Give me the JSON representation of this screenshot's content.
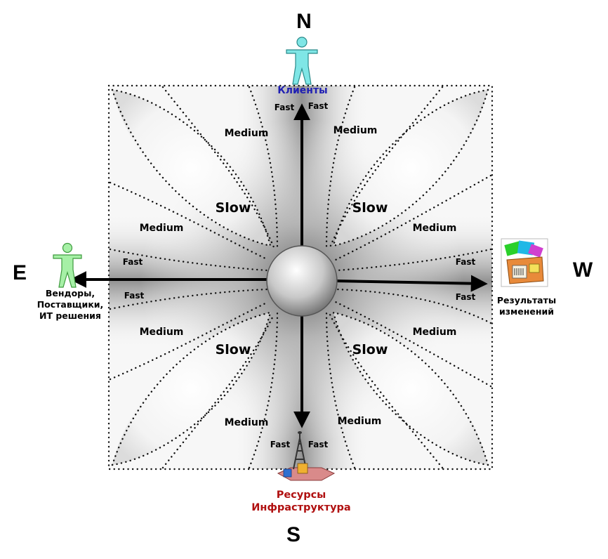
{
  "compass": {
    "north": "N",
    "south": "S",
    "east": "E",
    "west": "W"
  },
  "zones": {
    "slow": "Slow",
    "medium": "Medium",
    "fast": "Fast"
  },
  "actors": {
    "north": {
      "label": "Клиенты",
      "color": "#1f1fb4",
      "icon": "person-icon",
      "icon_color": "#7fe6e6"
    },
    "east": {
      "lines": [
        "Вендоры,",
        "Поставщики,",
        "ИТ решения"
      ],
      "icon": "person-icon",
      "icon_color": "#a6f0a6"
    },
    "west": {
      "lines": [
        "Результаты",
        "изменений"
      ],
      "icon": "change-results-icon"
    },
    "south": {
      "lines": [
        "Ресурсы",
        "Инфраструктура"
      ],
      "color": "#b01010",
      "icon": "infrastructure-tower-icon"
    }
  }
}
